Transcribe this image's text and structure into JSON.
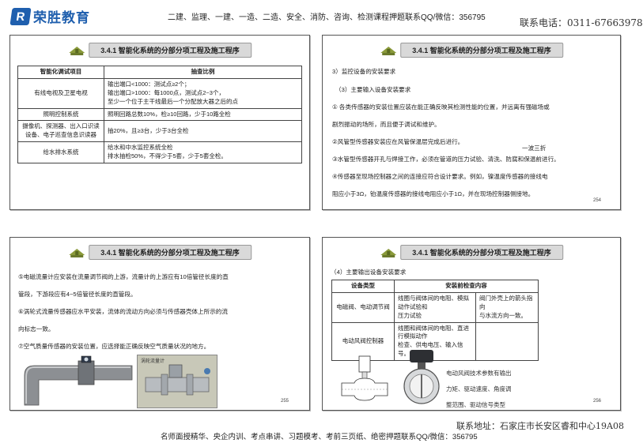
{
  "header": {
    "logo_mark": "R",
    "logo_text": "荣胜教育",
    "courses_line": "二建、监理、一建、一造、二造、安全、消防、咨询、检测课程押题联系QQ/微信：356795",
    "phone": "联系电话：0311-67663978"
  },
  "panel_title": "3.4.1 智能化系统的分部分项工程及施工程序",
  "panel1": {
    "headers": [
      "智能化调试项目",
      "抽查比例"
    ],
    "rows": [
      {
        "item": "有线电视及卫星电视",
        "lines": [
          "输出端口<1000：测试点≥2个；",
          "输出端口>1000：每1000点，测试点2~3个，",
          "至少一个位于主干线最后一个分配放大器之后的点"
        ]
      },
      {
        "item": "照明控制系统",
        "lines": [
          "照明回路总数10%，检≥10回路，少于10路全检"
        ]
      },
      {
        "item": "摄像机、探测器、出入口识读设备、电子巡查信息识读器",
        "lines": [
          "抽20%，且≥3台，少于3台全检"
        ]
      },
      {
        "item": "给水排水系统",
        "lines": [
          "给水和中水监控系统全检",
          "排水抽检50%，不得少于5套，少于5套全检。"
        ]
      }
    ]
  },
  "panel2": {
    "lines": [
      "3）监控设备的安装要求",
      "（3）主要输入设备安装要求",
      "① 各类传感器的安装位置应装在能正确反映其检测性能的位置，并远离有强磁场或",
      "剧烈振动的场所，而且便于调试和维护。",
      "②风管型传感器安装应在风管保温层完成后进行。",
      "③水管型传感器开孔与焊接工作，必须在管道的压力试验、清洗、防腐和保温前进行。",
      "④传感器至现场控制器之间的连接应符合设计要求。例如，镍温度传感器的接线电",
      "阻应小于3Ω，铂温度传感器的接线电阻应小于1Ω，并在现场控制器侧接地。"
    ],
    "annotation": "一波三折",
    "page": "254"
  },
  "panel3": {
    "lines": [
      "⑤电磁流量计应安装在流量调节阀的上游，流量计的上游应有10倍管径长度的直",
      "管段，下游段应有4~5倍管径长度的直管段。",
      "⑥涡轮式流量传感器应水平安装，流体的流动方向必须与传感器壳体上所示的流",
      "向标志一致。",
      "⑦空气质量传感器的安装位置，应选择能正确反映空气质量状况的地方。"
    ],
    "photo_caption": "涡轮流量计",
    "page": "255"
  },
  "panel4": {
    "intro": "（4）主要输出设备安装要求",
    "headers": [
      "设备类型",
      "安装前检查内容"
    ],
    "rows": [
      {
        "type": "电磁阀、电动调节阀",
        "check": [
          "线圈与阀体间的电阻、模拟动作试验和",
          "压力试验"
        ],
        "note": [
          "阀门外壳上的箭头指向",
          "与水流方向一致。"
        ]
      },
      {
        "type": "电动风阀控制器",
        "check": [
          "线圈和阀体间的电阻、直进行模拟动作",
          "检查、供电电压、输入信号。"
        ],
        "note": []
      }
    ],
    "valve_note": [
      "电动风阀技术参数有输出",
      "力矩、驱动速度、角度调",
      "整范围、驱动信号类型"
    ],
    "page": "256"
  },
  "footer": {
    "address": "联系地址：石家庄市长安区睿和中心19A08",
    "services": "名师面授精华、央企内训、考点串讲、习题模考、考前三页纸、绝密押题联系QQ/微信：356795"
  }
}
